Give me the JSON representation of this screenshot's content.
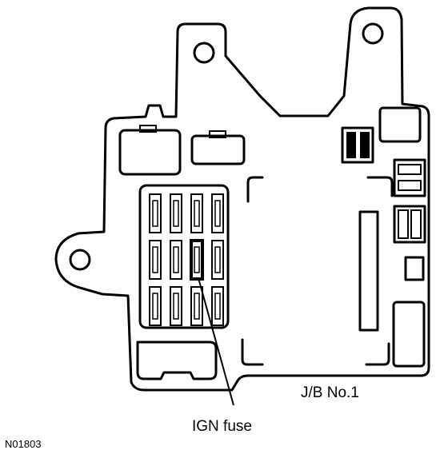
{
  "labels": {
    "box_name": "J/B No.1",
    "callout": "IGN fuse",
    "figure_code": "N01803"
  },
  "fuse_grid": {
    "rows": 3,
    "cols": 4,
    "highlighted": {
      "row": 2,
      "col": 3
    }
  }
}
